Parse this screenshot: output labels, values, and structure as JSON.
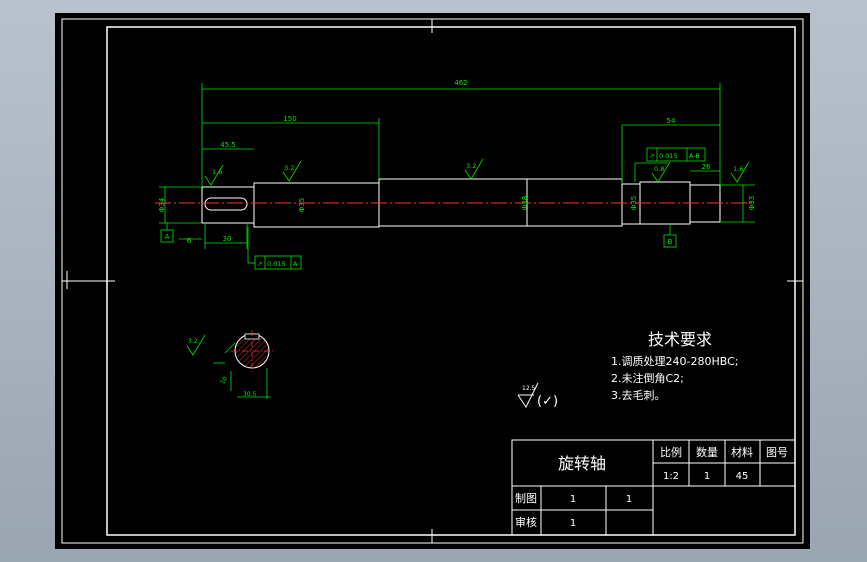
{
  "drawing": {
    "title": "旋转轴",
    "dims": {
      "overall_length": "462",
      "left_section": "150",
      "left_step": "45.5",
      "right_section": "54",
      "key_len": "30",
      "key_start": "6",
      "right_end": "26",
      "d_key": "Φ34",
      "d_left": "Φ35",
      "d_mid": "Φ38",
      "d_right": "Φ35",
      "d_end": "Φ33"
    },
    "roughness": {
      "r1": "1.6",
      "r2": "3.2",
      "r3": "3.2",
      "r4": "0.8",
      "r5": "1.6",
      "section": "3.2",
      "default_val": "12.5",
      "default_sym": "(✓)"
    },
    "tolerance": {
      "left_sym": "↗",
      "left_val": "0.015",
      "left_ref": "A",
      "right_sym": "↗",
      "right_val": "0.015",
      "right_ref": "A-B"
    },
    "datums": {
      "a": "A",
      "b": "B"
    },
    "section_dims": {
      "width": "10",
      "depth": "30.5"
    }
  },
  "tech_requirements": {
    "heading": "技术要求",
    "items": [
      "1.调质处理240-280HBC;",
      "2.未注倒角C2;",
      "3.去毛刺。"
    ]
  },
  "title_block": {
    "name": "旋转轴",
    "headers": [
      "比例",
      "数量",
      "材料",
      "图号"
    ],
    "values": [
      "1:2",
      "1",
      "45",
      ""
    ],
    "rows": [
      {
        "label": "制图",
        "v1": "1",
        "v2": "1"
      },
      {
        "label": "审核",
        "v1": "1",
        "v2": ""
      }
    ]
  },
  "colors": {
    "frame": "#ffffff",
    "geometry": "#ffffff",
    "dimension": "#00ff00",
    "centerline": "#ff0000",
    "background": "#000000"
  }
}
